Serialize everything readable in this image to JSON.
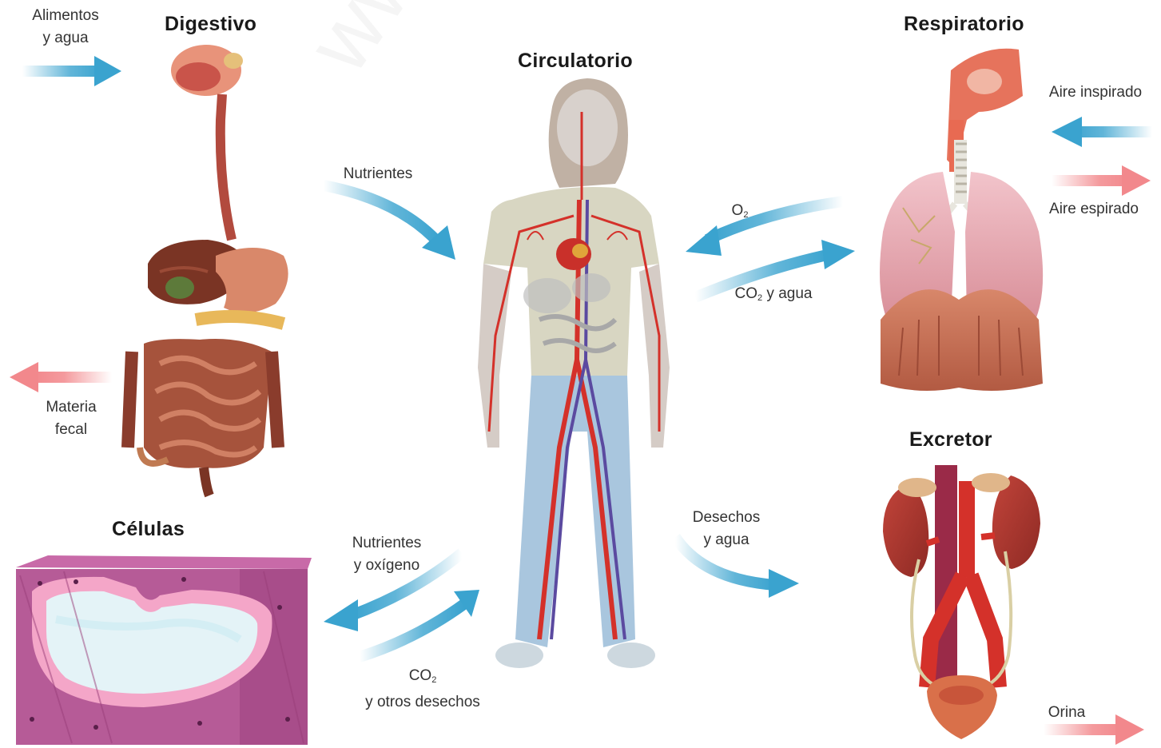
{
  "systems": {
    "digestivo": "Digestivo",
    "circulatorio": "Circulatorio",
    "respiratorio": "Respiratorio",
    "excretor": "Excretor",
    "celulas": "Células"
  },
  "labels": {
    "alimentos_1": "Alimentos",
    "alimentos_2": "y agua",
    "materia_1": "Materia",
    "materia_2": "fecal",
    "nutrientes": "Nutrientes",
    "o2_main": "O",
    "o2_sub": "2",
    "co2_main": "CO",
    "co2_sub": "2",
    "co2_rest": " y agua",
    "aire_inspirado": "Aire inspirado",
    "aire_espirado": "Aire espirado",
    "desechos_1": "Desechos",
    "desechos_2": "y agua",
    "nutri_oxi_1": "Nutrientes",
    "nutri_oxi_2": "y oxígeno",
    "co2b_main": "CO",
    "co2b_sub": "2",
    "co2b_2": "y otros desechos",
    "orina": "Orina"
  },
  "watermark": "www.yoquiero",
  "colors": {
    "blue_arrow": "#3aa3cf",
    "pink_arrow": "#f2888c",
    "artery": "#d4312a",
    "vein": "#5b4aa0"
  }
}
